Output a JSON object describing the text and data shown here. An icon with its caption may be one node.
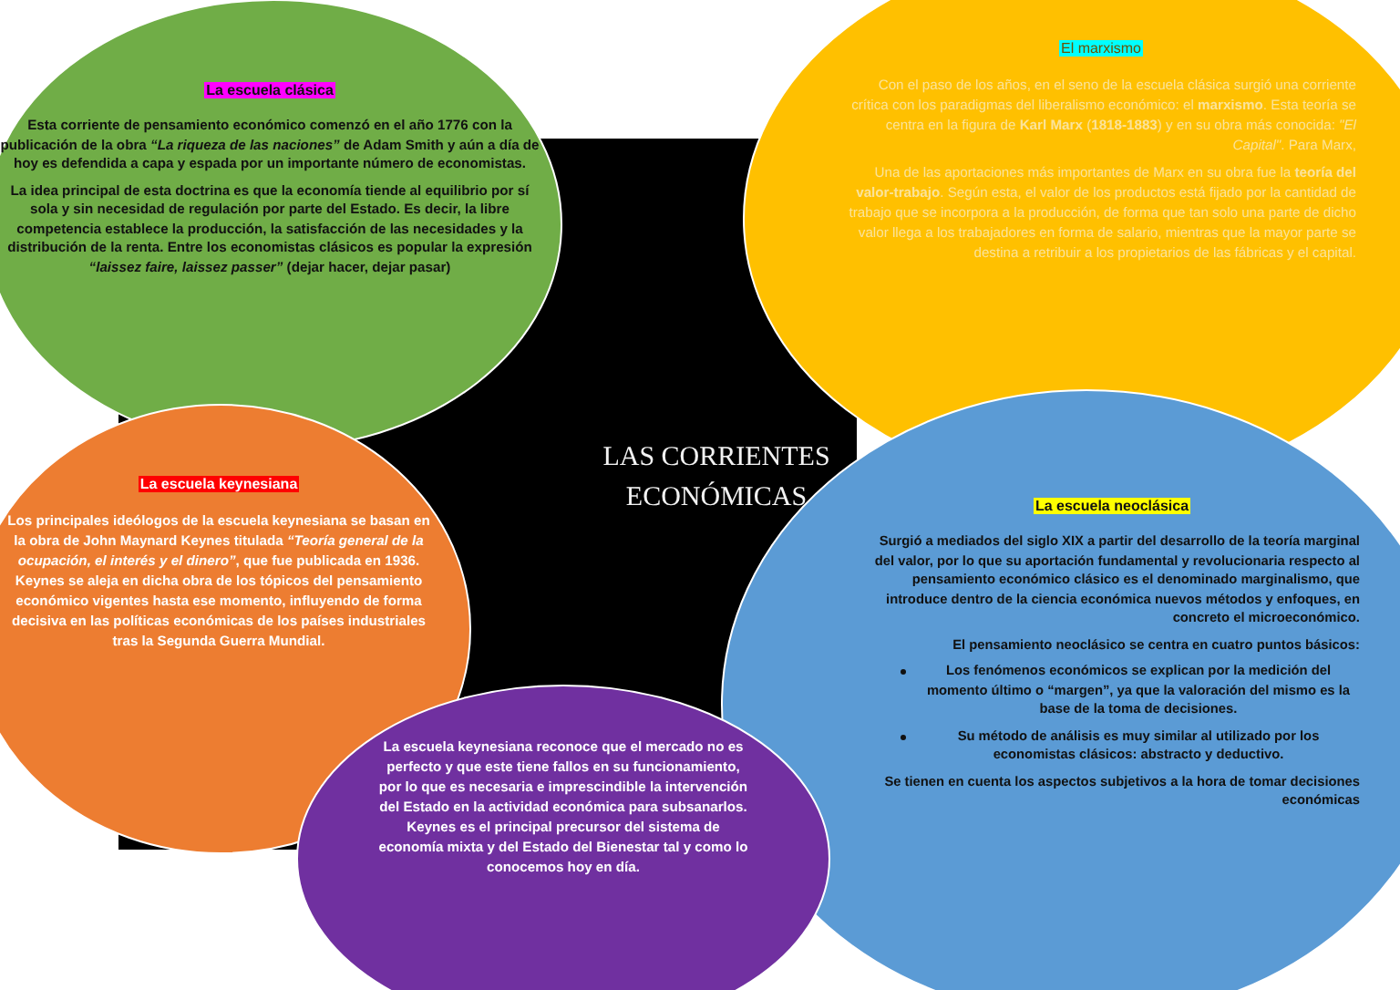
{
  "diagram": {
    "nodes": [
      {
        "text": [
          "LAS CORRIENTES ECONÓMICAS"
        ]
      },
      {
        "text": [
          "La escuela clásica",
          "Esta corriente de pensamiento económico comenzó en el año 1776 con la publicación de la obra *“La riqueza de las naciones”* de Adam Smith y aún a día de hoy es defendida a capa y espada por un importante número de economistas.",
          "La idea principal de esta doctrina es que la economía tiende al equilibrio por sí sola y sin necesidad de regulación por parte del Estado. Es decir, la libre competencia establece la producción, la satisfacción de las necesidades y la distribución de la renta. Entre los economistas clásicos es popular la expresión *“laissez faire, laissez passer”* (dejar hacer, dejar pasar)"
        ]
      },
      {
        "text": [
          "El marxismo",
          "Con el paso de los años, en el seno de la escuela clásica surgió una corriente crítica con los paradigmas del liberalismo económico: el **marxismo**. Esta teoría se centra en la figura de **Karl Marx** (**1818-1883**) y en su obra más conocida: *\"El Capital\"*. Para Marx,",
          "Una de las aportaciones más importantes de Marx en su obra fue la **teoría del valor-trabajo**. Según esta, el valor de los productos está fijado por la cantidad de trabajo que se incorpora a la producción, de forma que tan solo una parte de dicho valor llega a los trabajadores en forma de salario, mientras que la mayor parte se destina a retribuir a los propietarios de las fábricas y el capital."
        ]
      },
      {
        "text": [
          "La escuela keynesiana",
          "Los principales ideólogos de la escuela keynesiana se basan en la obra de John Maynard Keynes titulada *“Teoría general de la ocupación, el interés y el dinero”*, que fue publicada en 1936. Keynes se aleja en dicha obra de los tópicos del pensamiento económico vigentes hasta ese momento, influyendo de forma decisiva en las políticas económicas de los países industriales tras la Segunda Guerra Mundial."
        ]
      },
      {
        "text": [
          "La escuela neoclásica",
          "Surgió a mediados del siglo XIX a partir del desarrollo de la teoría marginal del valor, por lo que su aportación fundamental y revolucionaria respecto al pensamiento económico clásico es el denominado marginalismo, que introduce dentro de la ciencia económica nuevos métodos y enfoques, en concreto el microeconómico.",
          "El pensamiento neoclásico se centra en cuatro puntos básicos:",
          "Los fenómenos económicos se explican por la medición del momento último o “margen”, ya que la valoración del mismo es la base de la toma de decisiones.",
          "Su método de análisis es muy similar al utilizado por los economistas clásicos: abstracto y deductivo.",
          "Se tienen en cuenta los aspectos subjetivos a la hora de tomar decisiones económicas"
        ]
      },
      {
        "text": [
          "La escuela keynesiana reconoce que el mercado no es perfecto y que este tiene fallos en su funcionamiento, por lo que es necesaria e imprescindible la intervención del Estado en la actividad económica para subsanarlos. Keynes es el principal precursor del sistema de economía mixta y del Estado del Bienestar tal y como lo conocemos hoy en día."
        ]
      }
    ]
  }
}
